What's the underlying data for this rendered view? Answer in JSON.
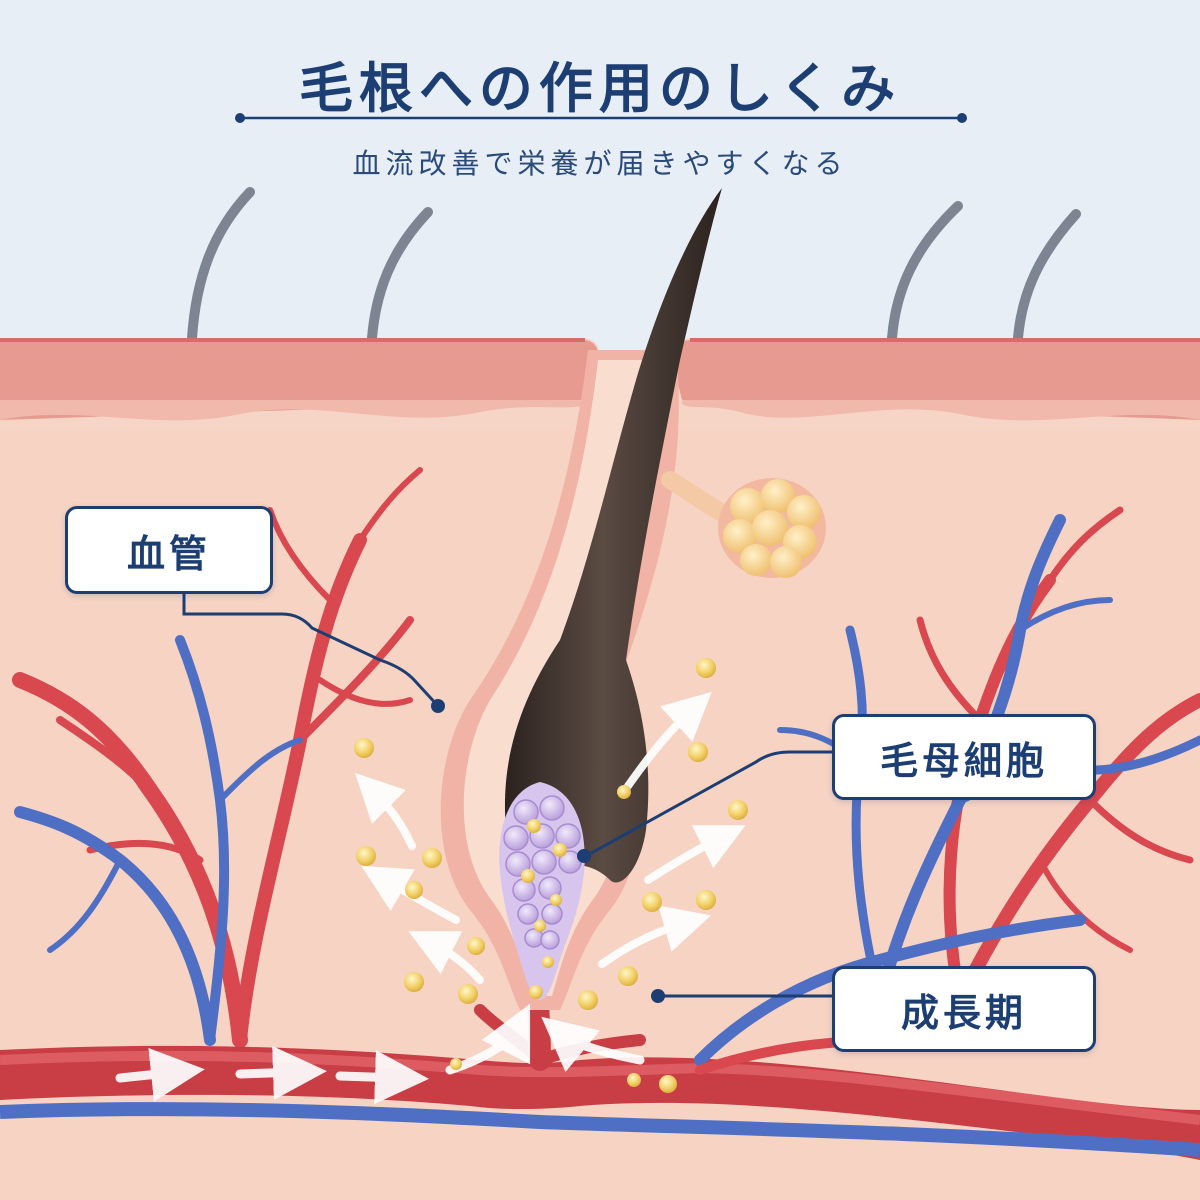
{
  "header": {
    "title": "毛根への作用のしくみ",
    "subtitle": "血流改善で栄養が届きやすくなる"
  },
  "labels": {
    "blood_vessel": "血管",
    "hair_matrix_cells": "毛母細胞",
    "growth_phase": "成長期"
  },
  "colors": {
    "title_navy": "#1c3e72",
    "background": "#e8eef5",
    "skin_base": "#f6d3c3",
    "epidermis": "#e9968d",
    "artery_red": "#d9474f",
    "vein_blue": "#4f6fc4",
    "hair_shaft": "#3a2f2a",
    "matrix_purple": "#c9b5e4",
    "nutrient_gold": "#f1cf63",
    "sebaceous_gland": "#f6cf86"
  }
}
